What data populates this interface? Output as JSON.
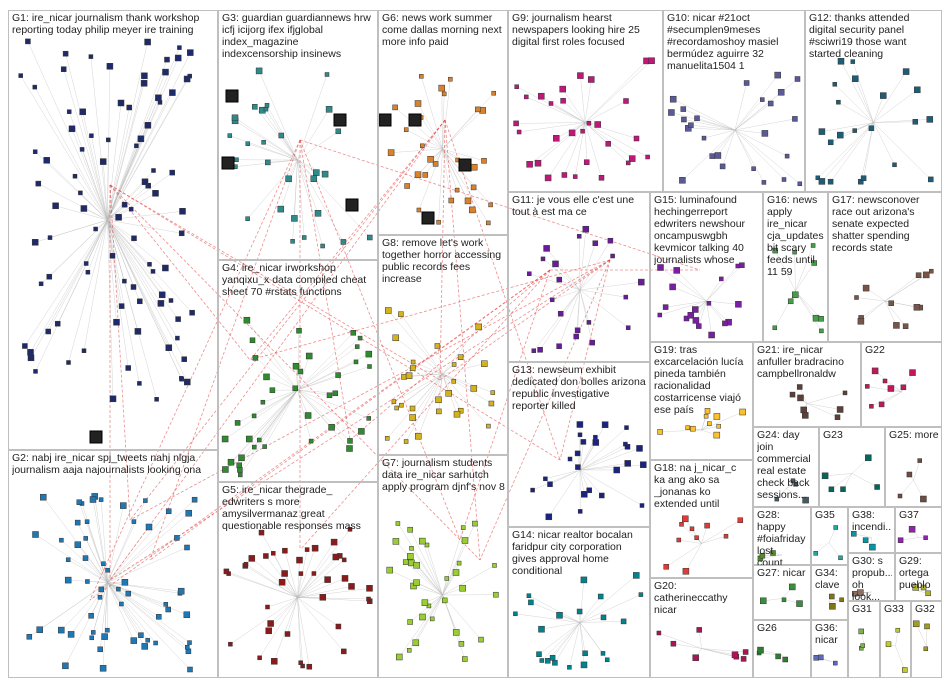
{
  "colors": {
    "edge": "#b8b8b8",
    "highlight_edge": "#e03030",
    "group_border": "#bfbfbf",
    "label": "#222222",
    "node_outline": "#333333"
  },
  "groups": [
    {
      "id": "G1",
      "label": "G1: ire_nicar journalism thank workshop reporting today philip meyer ire training",
      "color": "#1f2a6b"
    },
    {
      "id": "G2",
      "label": "G2: nabj ire_nicar spj_tweets nahj nlgja journalism aaja najournalists looking ona",
      "color": "#1f77b4"
    },
    {
      "id": "G3",
      "label": "G3: guardian guardiannews hrw icfj icijorg ifex ifjglobal index_magazine indexcensorship insinews",
      "color": "#2f8a8a"
    },
    {
      "id": "G4",
      "label": "G4: ire_nicar irworkshop yanqixu_x data compiled cheat sheet 70 #rstats functions",
      "color": "#2e8b2e"
    },
    {
      "id": "G5",
      "label": "G5: ire_nicar thegrade_ edwriters s more amysilvermanaz great questionable responses mass",
      "color": "#8b1a1a"
    },
    {
      "id": "G6",
      "label": "G6: news work summer come dallas morning next more info paid",
      "color": "#d9822b"
    },
    {
      "id": "G7",
      "label": "G7: journalism students data ire_nicar sarhutch apply program djnf's nov 8",
      "color": "#d4b21e"
    },
    {
      "id": "G8",
      "label": "G8: remove let's work together horror accessing public records fees increase",
      "color": "#9acd32"
    },
    {
      "id": "G9",
      "label": "G9: journalism hearst newspapers looking hire 25 digital first roles focused",
      "color": "#c0187a"
    },
    {
      "id": "G10",
      "label": "G10: nicar #21oct #secumplen9meses #recordamoshoy masiel bermúdez aguirre 32 manuelita1504 1",
      "color": "#5a5a9a"
    },
    {
      "id": "G11",
      "label": "G11: je vous elle c'est une tout à est ma ce",
      "color": "#6a1b9a"
    },
    {
      "id": "G12",
      "label": "G12: thanks attended digital security panel #sciwri19 those want started cleaning",
      "color": "#1b5e7a"
    },
    {
      "id": "G13",
      "label": "G13: newseum exhibit dedicated don bolles arizona republic investigative reporter killed",
      "color": "#1a237e"
    },
    {
      "id": "G14",
      "label": "G14: nicar realtor bocalan faridpur city corporation gives approval home conditional",
      "color": "#00838f"
    },
    {
      "id": "G15",
      "label": "G15: luminafound hechingerreport edwriters newshour oncampuswgbh kevmicor talking 40 journalists whose",
      "color": "#7b1fa2"
    },
    {
      "id": "G16",
      "label": "G16: news apply ire_nicar cja_updates bit scary feeds until 11 59",
      "color": "#43a047"
    },
    {
      "id": "G17",
      "label": "G17: newsconover race out arizona's senate expected shatter spending records state",
      "color": "#795548"
    },
    {
      "id": "G18",
      "label": "G18: na j_nicar_c ka ang ako sa _jonanas ko extended until",
      "color": "#e53935"
    },
    {
      "id": "G19",
      "label": "G19: tras excarcelación lucía pineda también racionalidad costarricense viajó ese país",
      "color": "#fbc02d"
    },
    {
      "id": "G20",
      "label": "G20: catherineccathy nicar",
      "color": "#ad1457"
    },
    {
      "id": "G21",
      "label": "G21: ire_nicar anfuller bradracino campbellronaldw",
      "color": "#5d4037"
    },
    {
      "id": "G22",
      "label": "G22",
      "color": "#c2185b"
    },
    {
      "id": "G23",
      "label": "G23",
      "color": "#00695c"
    },
    {
      "id": "G24",
      "label": "G24: day join commercial real estate check back sessions...",
      "color": "#455a64"
    },
    {
      "id": "G25",
      "label": "G25: more",
      "color": "#6d4c41"
    },
    {
      "id": "G26",
      "label": "G26",
      "color": "#2e7d32"
    },
    {
      "id": "G27",
      "label": "G27: nicar",
      "color": "#388e3c"
    },
    {
      "id": "G28",
      "label": "G28: happy #foiafriday lost count...",
      "color": "#558b2f"
    },
    {
      "id": "G29",
      "label": "G29: ortega pueblo",
      "color": "#afb42b"
    },
    {
      "id": "G30",
      "label": "G30: s propub... oh look...",
      "color": "#8d6e63"
    },
    {
      "id": "G31",
      "label": "G31",
      "color": "#7cb342"
    },
    {
      "id": "G32",
      "label": "G32",
      "color": "#9e9d24"
    },
    {
      "id": "G33",
      "label": "G33",
      "color": "#c0ca33"
    },
    {
      "id": "G34",
      "label": "G34: clave",
      "color": "#827717"
    },
    {
      "id": "G35",
      "label": "G35",
      "color": "#26a69a"
    },
    {
      "id": "G36",
      "label": "G36: nicar",
      "color": "#5c6bc0"
    },
    {
      "id": "G37",
      "label": "G37",
      "color": "#8e24aa"
    },
    {
      "id": "G38",
      "label": "G38: incendi...",
      "color": "#0097a7"
    }
  ]
}
